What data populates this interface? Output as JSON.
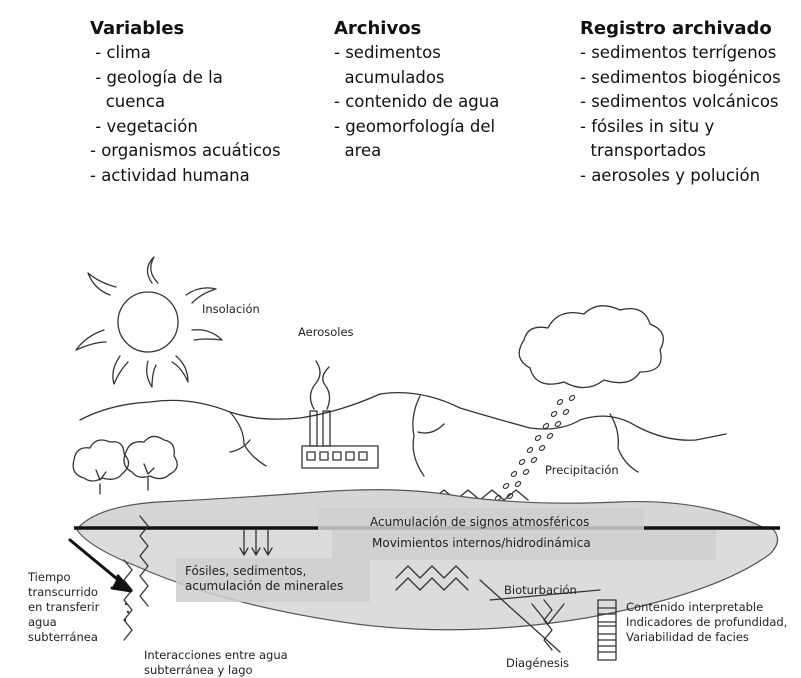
{
  "columns": {
    "variables": {
      "heading": "Variables",
      "items": [
        " - clima",
        " - geología de la",
        "   cuenca",
        " - vegetación",
        "- organismos acuáticos",
        "- actividad humana"
      ]
    },
    "archivos": {
      "heading": "Archivos",
      "items": [
        "- sedimentos",
        "  acumulados",
        "- contenido de agua",
        "- geomorfología del",
        "  area"
      ]
    },
    "registro": {
      "heading": "Registro archivado",
      "items": [
        "- sedimentos terrígenos",
        "- sedimentos biogénicos",
        "- sedimentos volcánicos",
        "- fósiles in situ y",
        "  transportados",
        "- aerosoles y polución"
      ]
    }
  },
  "labels": {
    "insolacion": "Insolación",
    "aerosoles": "Aerosoles",
    "precipitacion": "Precipitación",
    "acumulacion": "Acumulación de signos atmosféricos",
    "movimientos": "Movimientos internos/hidrodinámica",
    "fosiles": "Fósiles, sedimentos,\nacumulación de minerales",
    "bioturbacion": "Bioturbación",
    "tiempo": "Tiempo\ntranscurrido\nen transferir\nagua\nsubterránea",
    "interacciones": "Interacciones entre agua\nsubterránea y lago",
    "diagenesis": "Diagénesis",
    "contenido": "Contenido interpretable\nIndicadores de profundidad,\nVariabilidad de facies"
  }
}
